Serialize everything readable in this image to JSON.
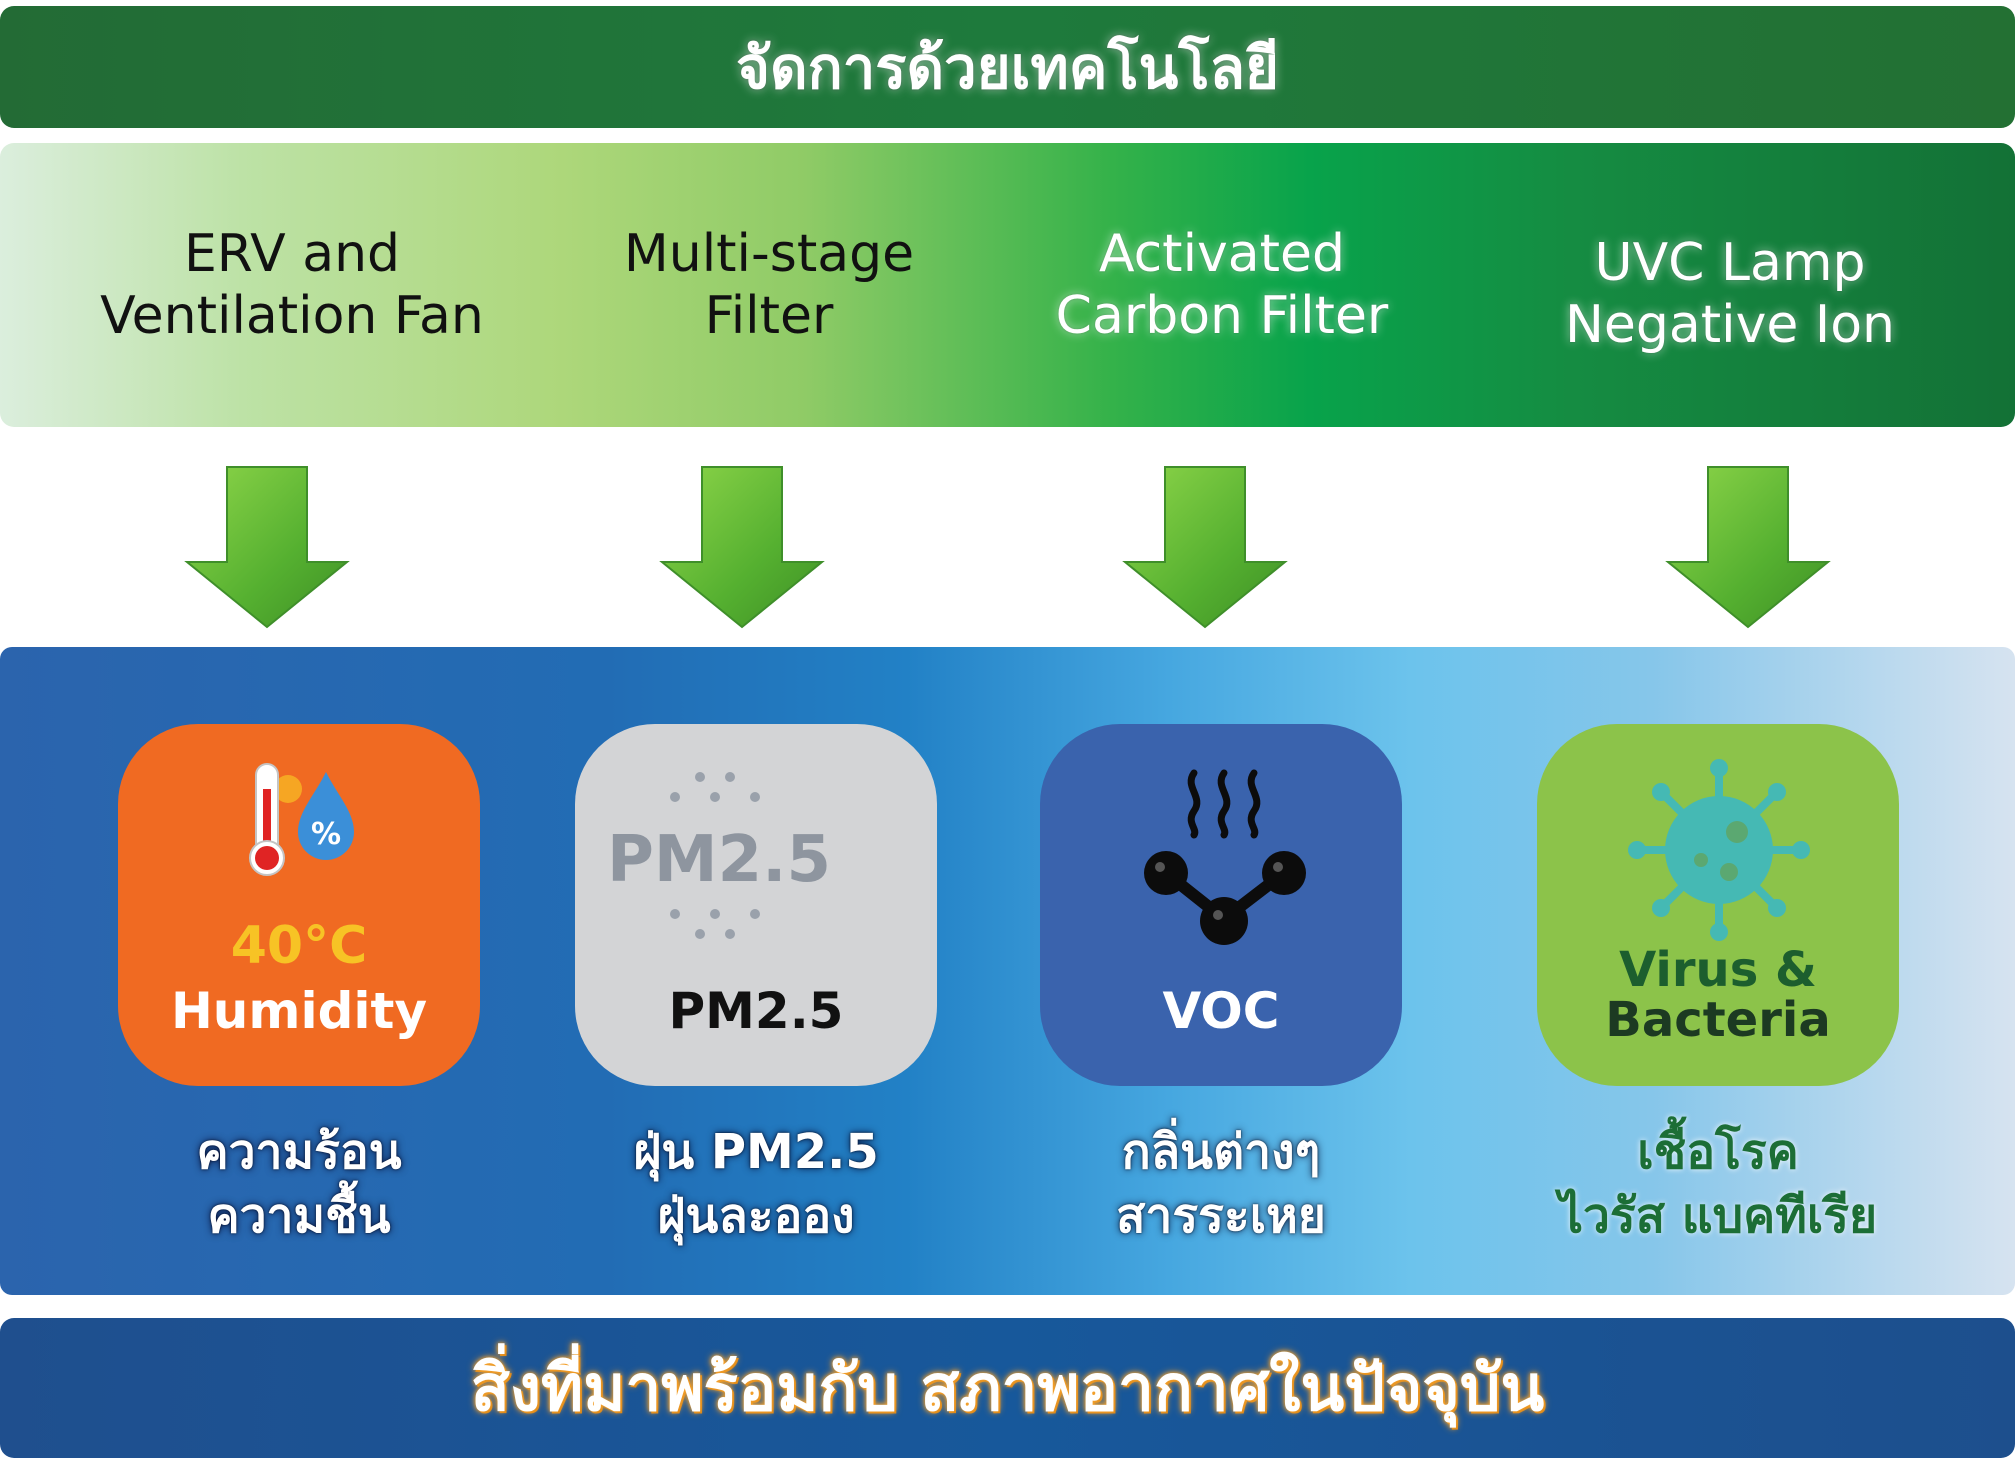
{
  "header": {
    "title": "จัดการด้วยเทคโนโลยี"
  },
  "technologies": [
    {
      "line1": "ERV and",
      "line2": "Ventilation Fan"
    },
    {
      "line1": "Multi-stage",
      "line2": "Filter"
    },
    {
      "line1": "Activated",
      "line2": "Carbon Filter"
    },
    {
      "line1": "UVC Lamp",
      "line2": "Negative Ion"
    }
  ],
  "problems": [
    {
      "icon": "thermometer-humidity-icon",
      "value": "40°C",
      "label": "Humidity",
      "caption_line1": "ความร้อน",
      "caption_line2": "ความชื้น",
      "color": "#f06a22"
    },
    {
      "icon": "pm25-dust-icon",
      "icon_text": "PM2.5",
      "label": "PM2.5",
      "caption_line1": "ฝุ่น PM2.5",
      "caption_line2": "ฝุ่นละออง",
      "color": "#d3d4d6"
    },
    {
      "icon": "voc-molecule-icon",
      "label": "VOC",
      "caption_line1": "กลิ่นต่างๆ",
      "caption_line2": "สารระเหย",
      "color": "#3a63ad"
    },
    {
      "icon": "virus-icon",
      "label_line1": "Virus &",
      "label_line2": "Bacteria",
      "caption_line1": "เชื้อโรค",
      "caption_line2": "ไวรัส แบคทีเรีย",
      "color": "#8cc34a"
    }
  ],
  "footer": {
    "title": "สิ่งที่มาพร้อมกับ สภาพอากาศในปัจจุบัน"
  },
  "colors": {
    "header_green": "#236b35",
    "footer_blue": "#17589b",
    "arrow_green": "#5fb832",
    "accent_orange": "#f3a12d"
  }
}
